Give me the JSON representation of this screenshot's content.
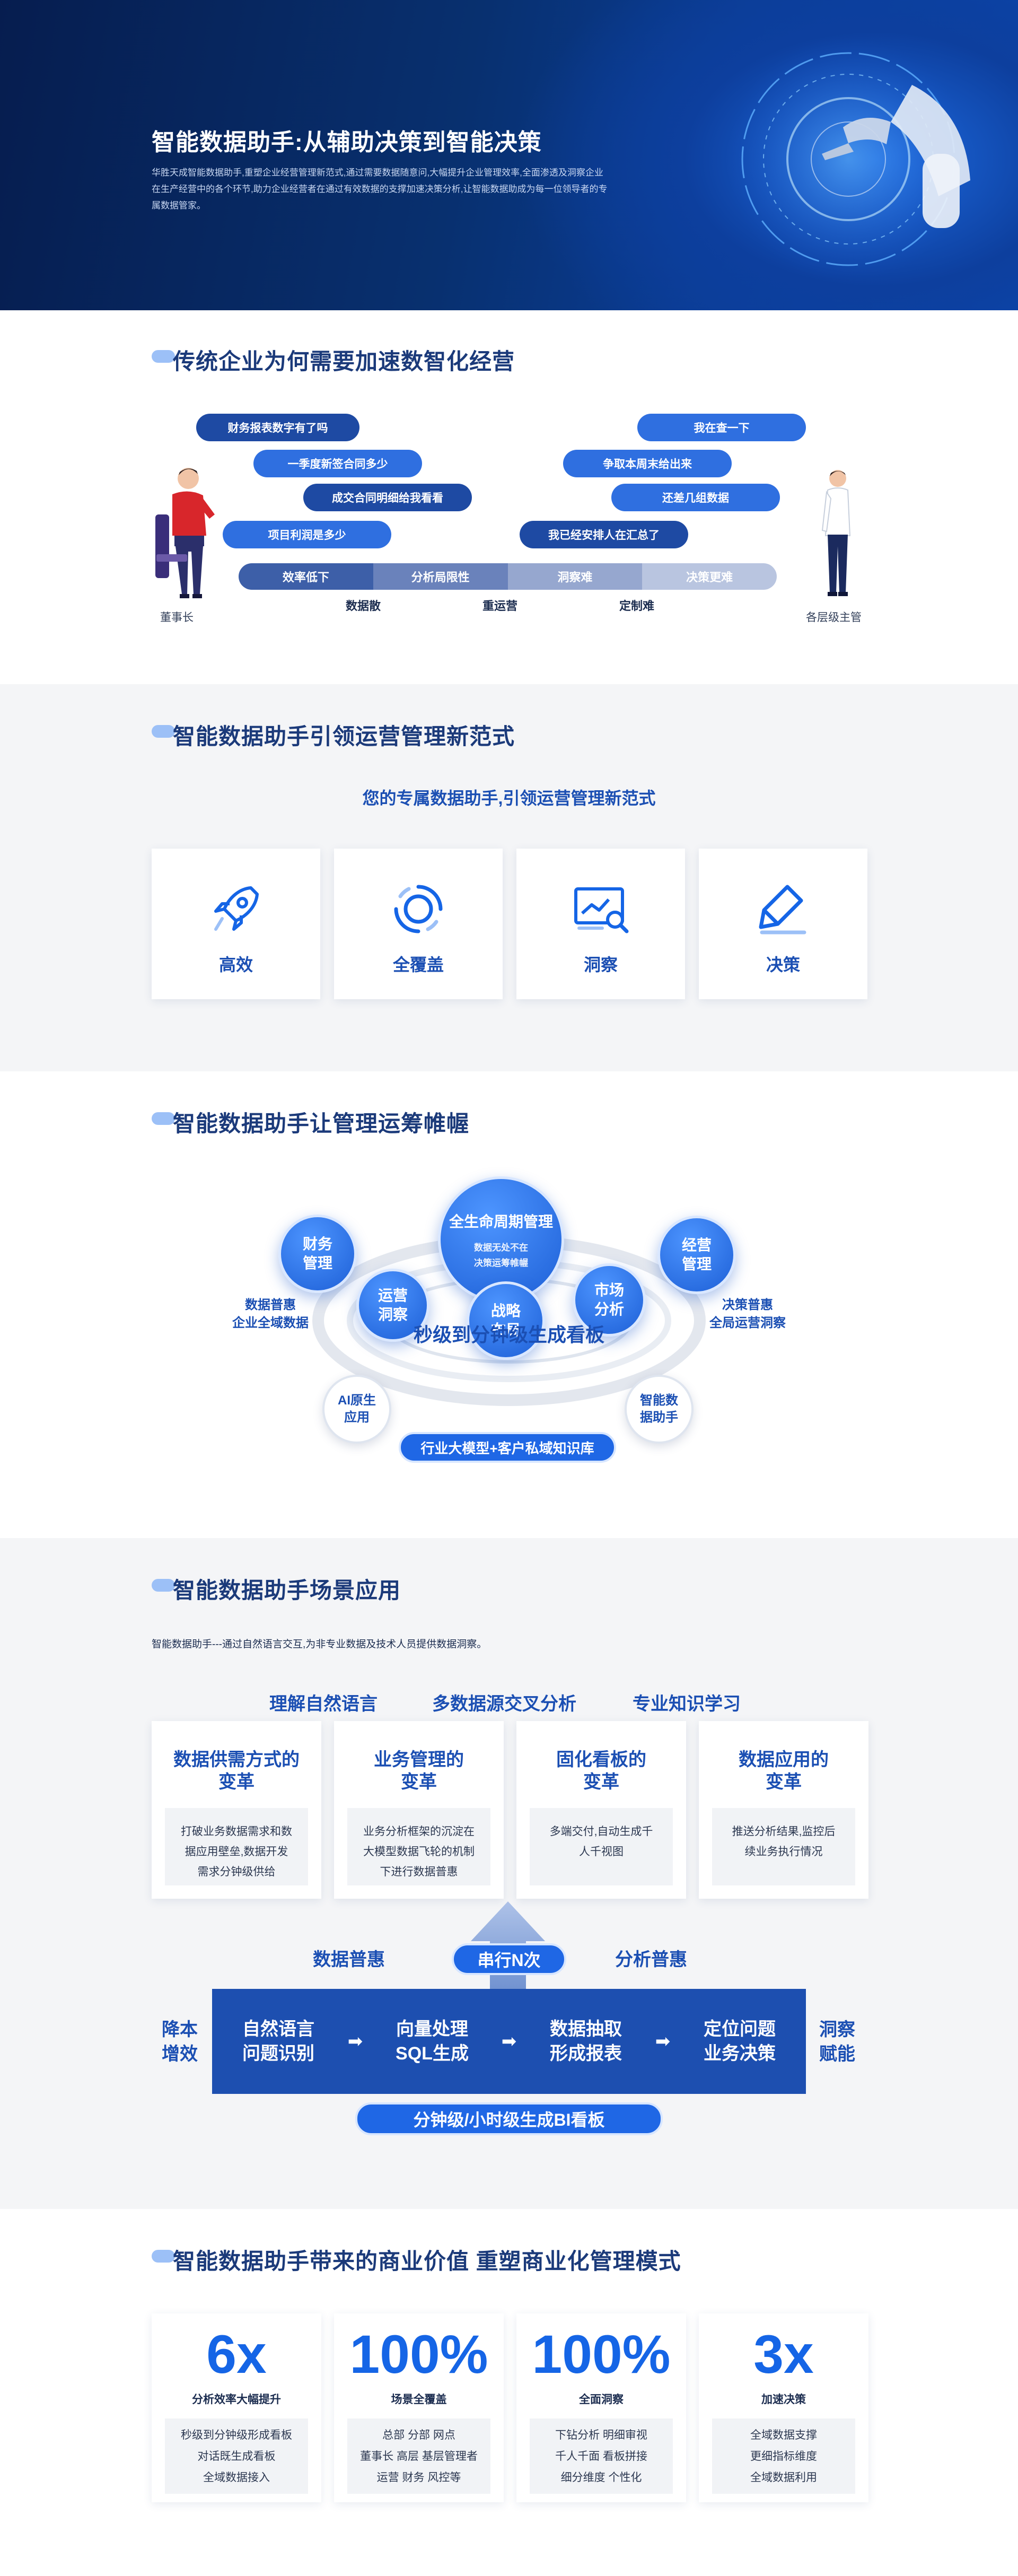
{
  "hero": {
    "title": "智能数据助手:从辅助决策到智能决策",
    "desc": "华胜天成智能数据助手,重塑企业经营管理新范式,通过需要数据随意问,大幅提升企业管理效率,全面渗透及洞察企业在生产经营中的各个环节,助力企业经营者在通过有效数据的支撑加速决策分析,让智能数据助成为每一位领导者的专属数据管家。"
  },
  "section1": {
    "title": "传统企业为何需要加速数智化经营",
    "left_bubbles": [
      "财务报表数字有了吗",
      "一季度新签合同多少",
      "成交合同明细给我看看",
      "项目利润是多少"
    ],
    "right_bubbles": [
      "我在查一下",
      "争取本周末给出来",
      "还差几组数据",
      "我已经安排人在汇总了"
    ],
    "bar_segments": [
      "效率低下",
      "分析局限性",
      "洞察难",
      "决策更难"
    ],
    "axis_labels": [
      "数据散",
      "重运营",
      "定制难"
    ],
    "left_person": "董事长",
    "right_person": "各层级主管"
  },
  "section2": {
    "title": "智能数据助手引领运营管理新范式",
    "subtitle": "您的专属数据助手,引领运营管理新范式",
    "features": [
      {
        "label": "高效",
        "icon": "rocket-icon"
      },
      {
        "label": "全覆盖",
        "icon": "target-icon"
      },
      {
        "label": "洞察",
        "icon": "insight-chart-icon"
      },
      {
        "label": "决策",
        "icon": "decision-pen-icon"
      }
    ]
  },
  "section3": {
    "title": "智能数据助手让管理运筹帷幄",
    "center": {
      "title": "全生命周期管理",
      "sub1": "数据无处不在",
      "sub2": "决策运筹帷幄"
    },
    "nodes": {
      "finance": "财务管理",
      "ops": "运营洞察",
      "strategy": "战略布局",
      "market": "市场分析",
      "manage": "经营管理",
      "ai": "AI原生应用",
      "assistant": "智能数据助手"
    },
    "left_text": [
      "数据普惠",
      "企业全域数据"
    ],
    "right_text": [
      "决策普惠",
      "全局运营洞察"
    ],
    "headline": "秒级到分钟级生成看板",
    "base_pill": "行业大模型+客户私域知识库"
  },
  "section4": {
    "title": "智能数据助手场景应用",
    "intro": "智能数据助手---通过自然语言交互,为非专业数据及技术人员提供数据洞察。",
    "topics": [
      "理解自然语言",
      "多数据源交叉分析",
      "专业知识学习"
    ],
    "cards": [
      {
        "h1": "数据供需方式的",
        "h2": "变革",
        "body": [
          "打破业务数据需求和数",
          "据应用壁垒,数据开发",
          "需求分钟级供给"
        ]
      },
      {
        "h1": "业务管理的",
        "h2": "变革",
        "body": [
          "业务分析框架的沉淀在",
          "大模型数据飞轮的机制",
          "下进行数据普惠"
        ]
      },
      {
        "h1": "固化看板的",
        "h2": "变革",
        "body": [
          "多端交付,自动生成千",
          "人千视图"
        ]
      },
      {
        "h1": "数据应用的",
        "h2": "变革",
        "body": [
          "推送分析结果,监控后",
          "续业务执行情况"
        ]
      }
    ],
    "mid_left": "数据普惠",
    "mid_pill": "串行N次",
    "mid_right": "分析普惠",
    "flow": [
      {
        "a": "自然语言",
        "b": "问题识别"
      },
      {
        "a": "向量处理",
        "b": "SQL生成"
      },
      {
        "a": "数据抽取",
        "b": "形成报表"
      },
      {
        "a": "定位问题",
        "b": "业务决策"
      }
    ],
    "flow_left": [
      "降本",
      "增效"
    ],
    "flow_right": [
      "洞察",
      "赋能"
    ],
    "bottom_pill": "分钟级/小时级生成BI看板"
  },
  "section5": {
    "title": "智能数据助手带来的商业价值 重塑商业化管理模式",
    "cards": [
      {
        "big": "6x",
        "cap": "分析效率大幅提升",
        "body": [
          "秒级到分钟级形成看板",
          "对话既生成看板",
          "全域数据接入"
        ]
      },
      {
        "big": "100%",
        "cap": "场景全覆盖",
        "body": [
          "总部 分部 网点",
          "董事长 高层 基层管理者",
          "运营 财务 风控等"
        ]
      },
      {
        "big": "100%",
        "cap": "全面洞察",
        "body": [
          "下钻分析 明细审视",
          "千人千面 看板拼接",
          "细分维度 个性化"
        ]
      },
      {
        "big": "3x",
        "cap": "加速决策",
        "body": [
          "全域数据支撑",
          "更细指标维度",
          "全域数据利用"
        ]
      }
    ]
  },
  "colors": {
    "accent": "#1f67e5",
    "navy": "#1d4fb0",
    "title": "#1b3a7a",
    "hero_bg": "#08306f"
  }
}
